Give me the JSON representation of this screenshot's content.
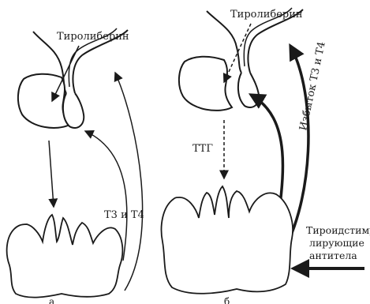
{
  "panel_a": {
    "hormone_label": "Тиролиберин",
    "feedback_label": "Т3 и Т4",
    "caption": "а"
  },
  "panel_b": {
    "hormone_label": "Тиролиберин",
    "tsh_label": "ТТГ",
    "feedback_label": "Избыток Т3 и Т4",
    "antibody_label_line1": "Тироидстиму-",
    "antibody_label_line2": "лирующие",
    "antibody_label_line3": "антитела",
    "caption": "б"
  }
}
